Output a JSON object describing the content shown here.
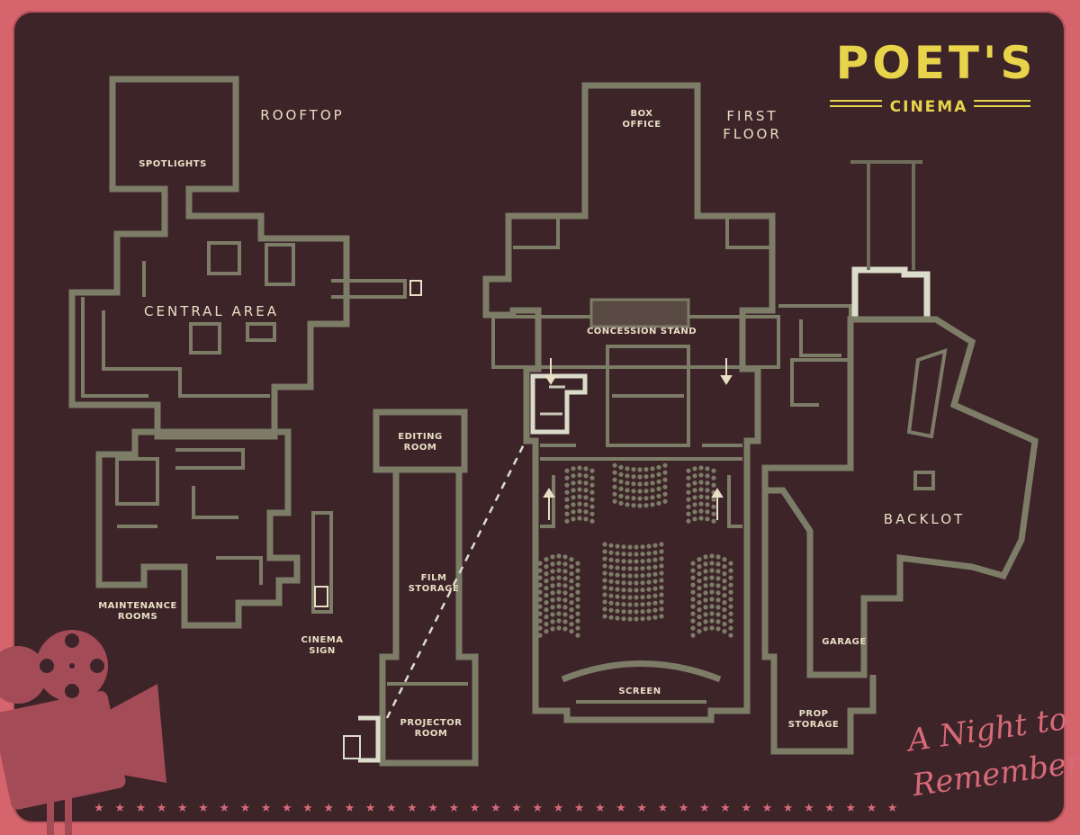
{
  "logo": {
    "title": "POET'S",
    "subtitle": "CINEMA"
  },
  "tagline": {
    "line1": "A Night to",
    "line2": "Remember..."
  },
  "areas": {
    "rooftop": "ROOFTOP",
    "first_floor_1": "FIRST",
    "first_floor_2": "FLOOR",
    "spotlights": "SPOTLIGHTS",
    "central_area": "CENTRAL AREA",
    "maintenance_1": "MAINTENANCE",
    "maintenance_2": "ROOMS",
    "cinema_sign_1": "CINEMA",
    "cinema_sign_2": "SIGN",
    "editing_1": "EDITING",
    "editing_2": "ROOM",
    "film_1": "FILM",
    "film_2": "STORAGE",
    "projector_1": "PROJECTOR",
    "projector_2": "ROOM",
    "box_1": "BOX",
    "box_2": "OFFICE",
    "concession": "CONCESSION STAND",
    "screen": "SCREEN",
    "backlot": "BACKLOT",
    "garage": "GARAGE",
    "prop_1": "PROP",
    "prop_2": "STORAGE"
  },
  "colors": {
    "frame": "#d5646c",
    "board": "#3c2429",
    "wall": "#7d7c67",
    "label": "#e9dfc4",
    "logo": "#e8d44a",
    "accent": "#d86a78"
  },
  "icons": [
    "film-projector-icon",
    "star-icon",
    "stairs-icon",
    "arrow-icon"
  ]
}
